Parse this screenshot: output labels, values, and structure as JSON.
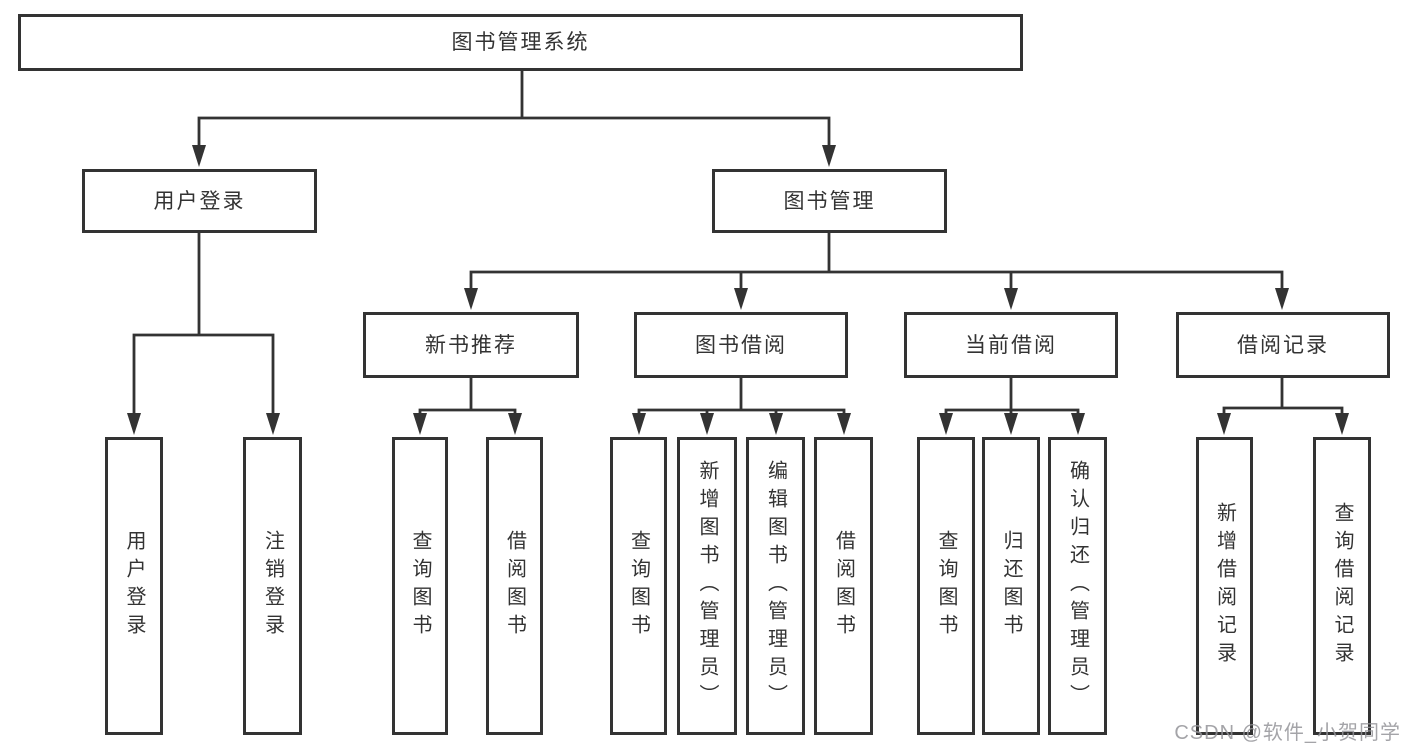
{
  "colors": {
    "line": "#333333",
    "text": "#333333",
    "box_background": "#ffffff",
    "page_background": "#ffffff",
    "watermark": "#949499"
  },
  "diagram": {
    "title": "图书管理系统",
    "level2": [
      {
        "label": "用户登录"
      },
      {
        "label": "图书管理"
      }
    ],
    "level3": [
      {
        "label": "新书推荐"
      },
      {
        "label": "图书借阅"
      },
      {
        "label": "当前借阅"
      },
      {
        "label": "借阅记录"
      }
    ],
    "groups": [
      {
        "parent": "用户登录",
        "items": [
          "用户登录",
          "注销登录"
        ]
      },
      {
        "parent": "新书推荐",
        "items": [
          "查询图书",
          "借阅图书"
        ]
      },
      {
        "parent": "图书借阅",
        "items": [
          "查询图书",
          "新增图书（管理员）",
          "编辑图书（管理员）",
          "借阅图书"
        ]
      },
      {
        "parent": "当前借阅",
        "items": [
          "查询图书",
          "归还图书",
          "确认归还（管理员）"
        ]
      },
      {
        "parent": "借阅记录",
        "items": [
          "新增借阅记录",
          "查询借阅记录"
        ]
      }
    ]
  },
  "watermark": "CSDN @软件_小贺同学"
}
